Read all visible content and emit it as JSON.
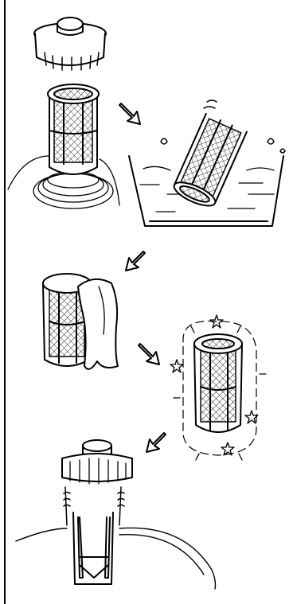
{
  "steps": [
    {
      "name": "unscrew-cap"
    },
    {
      "name": "rinse-in-water"
    },
    {
      "name": "wipe-with-cloth"
    },
    {
      "name": "clean-filter"
    },
    {
      "name": "reassemble"
    }
  ],
  "icons": [
    "step-arrow-icon",
    "sparkle-icon",
    "water-drop-icon"
  ]
}
